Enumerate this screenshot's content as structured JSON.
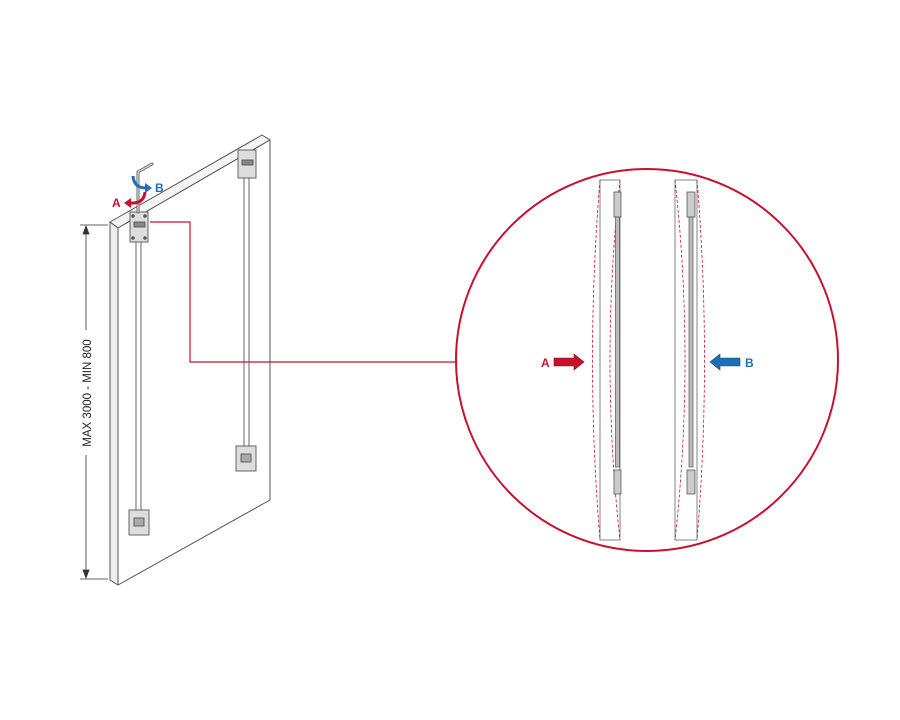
{
  "dimension_label": "MAX 3000 - MIN 800",
  "labels": {
    "a": "A",
    "b": "B"
  },
  "colors": {
    "a": "#c8102e",
    "b": "#1f6fb2",
    "outline": "#555555",
    "callout": "#c8102e"
  },
  "icons": {
    "rotate_a": "curved-arrow-left",
    "rotate_b": "curved-arrow-right",
    "push_a": "arrow-right",
    "push_b": "arrow-left",
    "tool": "hex-key"
  }
}
